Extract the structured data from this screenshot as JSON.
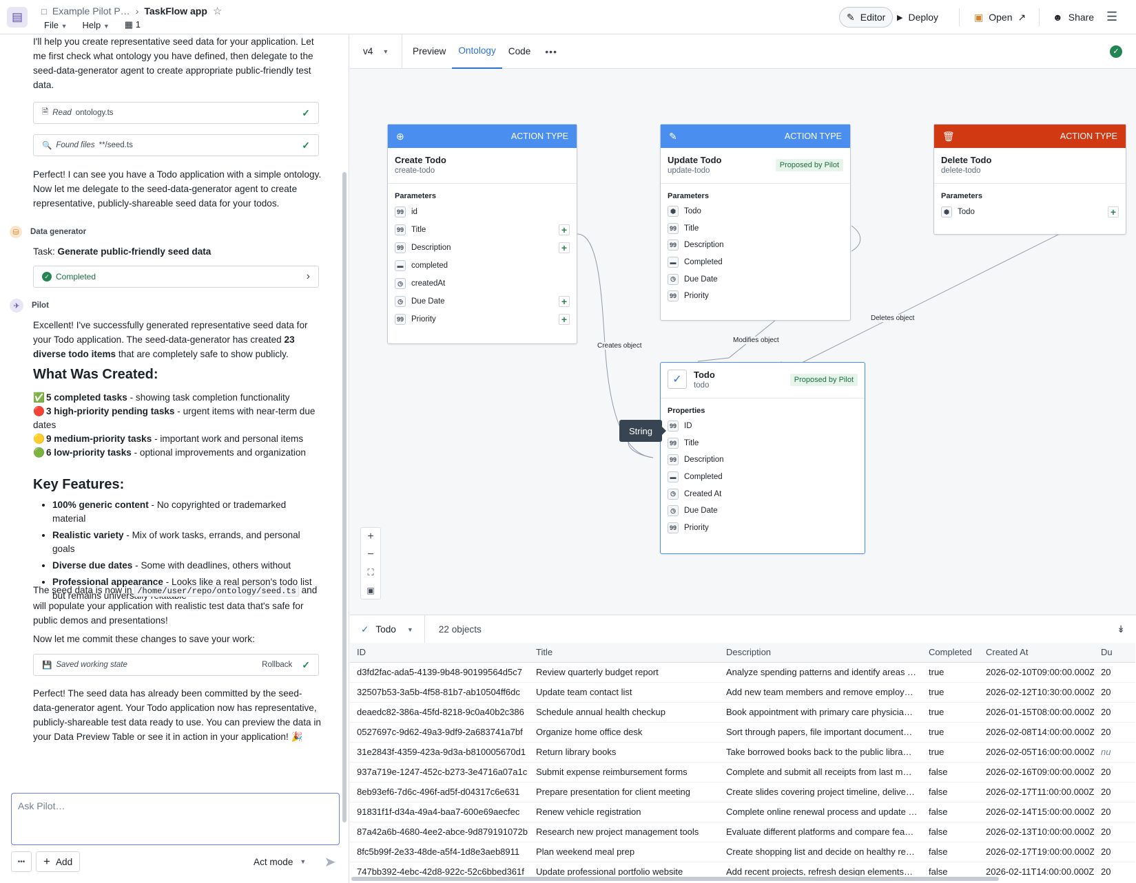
{
  "app": {
    "breadcrumb_parent": "Example Pilot P…",
    "title": "TaskFlow app",
    "menu_file": "File",
    "menu_help": "Help",
    "branch_count": "1",
    "editor_label": "Editor",
    "deploy_label": "Deploy",
    "open_label": "Open",
    "share_label": "Share"
  },
  "chat": {
    "intro": "I'll help you create representative seed data for your application. Let me first check what ontology you have defined, then delegate to the seed-data-generator agent to create appropriate public-friendly test data.",
    "tool_read_verb": "Read",
    "tool_read_target": "ontology.ts",
    "tool_found_verb": "Found files",
    "tool_found_target": "**/seed.ts",
    "msg2": "Perfect! I can see you have a Todo application with a simple ontology. Now let me delegate to the seed-data-generator agent to create representative, publicly-shareable seed data for your todos.",
    "agent_name": "Data generator",
    "task_prefix": "Task: ",
    "task_name": "Generate public-friendly seed data",
    "task_status": "Completed",
    "pilot_name": "Pilot",
    "msg3_a": "Excellent! I've successfully generated representative seed data for your Todo application. The seed-data-generator has created ",
    "msg3_b": "23 diverse todo items",
    "msg3_c": " that are completely safe to show publicly.",
    "heading1": "What Was Created:",
    "created": [
      {
        "emoji": "✅",
        "bold": "5 completed tasks",
        "text": " - showing task completion functionality",
        "color": "#2da44e"
      },
      {
        "emoji": "🔴",
        "bold": "3 high-priority pending tasks",
        "text": " - urgent items with near-term due dates",
        "color": "#e5342b"
      },
      {
        "emoji": "🟡",
        "bold": "9 medium-priority tasks",
        "text": " - important work and personal items",
        "color": "#f7c800"
      },
      {
        "emoji": "🟢",
        "bold": "6 low-priority tasks",
        "text": " - optional improvements and organization",
        "color": "#3fb22f"
      }
    ],
    "heading2": "Key Features:",
    "features": [
      {
        "bold": "100% generic content",
        "text": " - No copyrighted or trademarked material"
      },
      {
        "bold": "Realistic variety",
        "text": " - Mix of work tasks, errands, and personal goals"
      },
      {
        "bold": "Diverse due dates",
        "text": " - Some with deadlines, others without"
      },
      {
        "bold": "Professional appearance",
        "text": " - Looks like a real person's todo list but remains universally relatable"
      }
    ],
    "seed_a": "The seed data is now in ",
    "seed_path": "/home/user/repo/ontology/seed.ts",
    "seed_b": " and will populate your application with realistic test data that's safe for public demos and presentations!",
    "commit_msg": "Now let me commit these changes to save your work:",
    "saved_label": "Saved working state",
    "rollback_label": "Rollback",
    "final_msg": "Perfect! The seed data has already been committed by the seed-data-generator agent. Your Todo application now has representative, publicly-shareable test data ready to use. You can preview the data in your Data Preview Table or see it in action in your application! 🎉",
    "ask_placeholder": "Ask Pilot…",
    "more_label": "•••",
    "add_label": "Add",
    "mode_label": "Act mode"
  },
  "canvas": {
    "version": "v4",
    "tabs": [
      "Preview",
      "Ontology",
      "Code"
    ],
    "active_tab": "Ontology",
    "nodes": {
      "create": {
        "head": "ACTION TYPE",
        "title": "Create Todo",
        "api": "create-todo",
        "section": "Parameters",
        "color": "#4a8ff0",
        "rows": [
          {
            "icon": "99",
            "label": "id",
            "plus": false
          },
          {
            "icon": "99",
            "label": "Title",
            "plus": true
          },
          {
            "icon": "99",
            "label": "Description",
            "plus": true
          },
          {
            "icon": "▬",
            "label": "completed",
            "plus": false
          },
          {
            "icon": "◷",
            "label": "createdAt",
            "plus": false
          },
          {
            "icon": "◷",
            "label": "Due Date",
            "plus": true
          },
          {
            "icon": "99",
            "label": "Priority",
            "plus": true
          }
        ]
      },
      "update": {
        "head": "ACTION TYPE",
        "title": "Update Todo",
        "api": "update-todo",
        "badge": "Proposed by Pilot",
        "section": "Parameters",
        "color": "#4a8ff0",
        "rows": [
          {
            "icon": "⬢",
            "label": "Todo"
          },
          {
            "icon": "99",
            "label": "Title"
          },
          {
            "icon": "99",
            "label": "Description"
          },
          {
            "icon": "▬",
            "label": "Completed"
          },
          {
            "icon": "◷",
            "label": "Due Date"
          },
          {
            "icon": "99",
            "label": "Priority"
          }
        ]
      },
      "delete": {
        "head": "ACTION TYPE",
        "title": "Delete Todo",
        "api": "delete-todo",
        "section": "Parameters",
        "color": "#d13913",
        "rows": [
          {
            "icon": "⬢",
            "label": "Todo",
            "plus": true
          }
        ]
      },
      "todo": {
        "title": "Todo",
        "api": "todo",
        "badge": "Proposed by Pilot",
        "section": "Properties",
        "rows": [
          {
            "icon": "99",
            "label": "ID"
          },
          {
            "icon": "99",
            "label": "Title"
          },
          {
            "icon": "99",
            "label": "Description"
          },
          {
            "icon": "▬",
            "label": "Completed"
          },
          {
            "icon": "◷",
            "label": "Created At"
          },
          {
            "icon": "◷",
            "label": "Due Date"
          },
          {
            "icon": "99",
            "label": "Priority"
          }
        ]
      }
    },
    "edges": {
      "creates": "Creates object",
      "modifies": "Modifies object",
      "deletes": "Deletes object"
    },
    "tooltip": "String"
  },
  "table": {
    "object_label": "Todo",
    "count": "22 objects",
    "columns": [
      "ID",
      "Title",
      "Description",
      "Completed",
      "Created At",
      "Du"
    ],
    "rows": [
      [
        "d3fd2fac-ada5-4139-9b48-90199564d5c7",
        "Review quarterly budget report",
        "Analyze spending patterns and identify areas …",
        "true",
        "2026-02-10T09:00:00.000Z",
        "20"
      ],
      [
        "32507b53-3a5b-4f58-81b7-ab10504ff6dc",
        "Update team contact list",
        "Add new team members and remove employ…",
        "true",
        "2026-02-12T10:30:00.000Z",
        "20"
      ],
      [
        "deaedc82-386a-45fd-8218-9c0a40b2c386",
        "Schedule annual health checkup",
        "Book appointment with primary care physicia…",
        "true",
        "2026-01-15T08:00:00.000Z",
        "20"
      ],
      [
        "0527697c-9d62-49a3-9df9-2a683741a7bf",
        "Organize home office desk",
        "Sort through papers, file important document…",
        "true",
        "2026-02-08T14:00:00.000Z",
        "20"
      ],
      [
        "31e2843f-4359-423a-9d3a-b810005670d1",
        "Return library books",
        "Take borrowed books back to the public libra…",
        "true",
        "2026-02-05T16:00:00.000Z",
        "nu"
      ],
      [
        "937a719e-1247-452c-b273-3e4716a07a1c",
        "Submit expense reimbursement forms",
        "Complete and submit all receipts from last m…",
        "false",
        "2026-02-16T09:00:00.000Z",
        "20"
      ],
      [
        "8eb93ef6-7d6c-496f-ad5f-d04317c6e631",
        "Prepare presentation for client meeting",
        "Create slides covering project timeline, delive…",
        "false",
        "2026-02-17T11:00:00.000Z",
        "20"
      ],
      [
        "91831f1f-d34a-49a4-baa7-600e69aecfec",
        "Renew vehicle registration",
        "Complete online renewal process and update …",
        "false",
        "2026-02-14T15:00:00.000Z",
        "20"
      ],
      [
        "87a42a6b-4680-4ee2-abce-9d879191072b",
        "Research new project management tools",
        "Evaluate different platforms and compare fea…",
        "false",
        "2026-02-13T10:00:00.000Z",
        "20"
      ],
      [
        "8fc5b99f-2e33-48de-a5f4-1d8e3aeb8911",
        "Plan weekend meal prep",
        "Create shopping list and decide on healthy re…",
        "false",
        "2026-02-17T19:00:00.000Z",
        "20"
      ],
      [
        "747bb392-4ebc-42d8-922c-52c6bbed361f",
        "Update professional portfolio website",
        "Add recent projects, refresh design elements…",
        "false",
        "2026-02-11T14:00:00.000Z",
        "20"
      ]
    ]
  },
  "colors": {
    "accent": "#2d72d2",
    "success": "#238551",
    "danger": "#d13913"
  }
}
